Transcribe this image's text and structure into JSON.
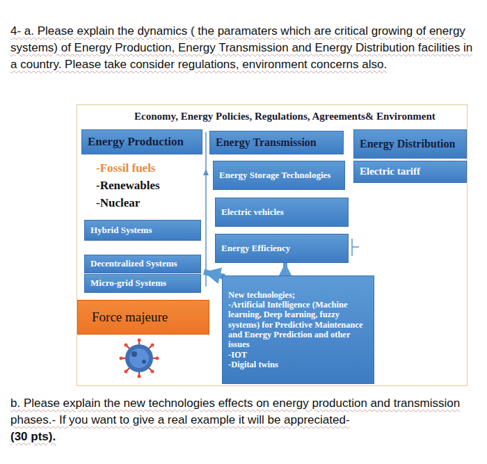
{
  "diagram": {
    "nodes": [
      {
        "text": [
          "Economy, Energy Policies, Regulations, Agreements& Environment"
        ]
      },
      {
        "text": [
          "Energy Production"
        ],
        "in": 0
      },
      {
        "text": [
          "Energy Transmission"
        ],
        "in": 0
      },
      {
        "text": [
          "Energy Distribution"
        ],
        "in": 0
      },
      {
        "text": [
          "Energy Storage Technologies"
        ],
        "in": 0
      },
      {
        "text": [
          "Electric tariff"
        ],
        "in": 0
      },
      {
        "text": [
          "Electric vehicles"
        ],
        "in": 0
      },
      {
        "text": [
          "Hybrid Systems"
        ],
        "in": 0
      },
      {
        "text": [
          "Energy Efficiency"
        ],
        "in": 0
      },
      {
        "text": [
          "Decentralized Systems"
        ],
        "in": 0
      },
      {
        "text": [
          "Micro-grid Systems"
        ],
        "in": 0
      },
      {
        "text": [
          "New technologies;",
          "-Artificial Intelligence (Machine learning, Deep learning, fuzzy systems) for Predictive Maintenance and Energy Prediction and other issues",
          "-IOT",
          "-Digital twins"
        ],
        "in": 0
      },
      {
        "text": [
          "Force majeure"
        ],
        "in": 0
      }
    ],
    "edges": [
      {
        "from": 11,
        "to": 8,
        "arrow": "to"
      },
      {
        "from": 11,
        "to": 9,
        "arrow": "to"
      }
    ],
    "labels": [
      "4- a. Please explain the dynamics ( the paramaters which are critical growing of energy systems) of Energy Production, Energy Transmission and Energy Distribution facilities in a country. Please take consider regulations, environment concerns also.",
      "b. Please explain the new technologies effects on energy production and transmission phases.- If you want to give a real example it will be appreciated-",
      "(30 pts).",
      "-Fossil fuels",
      "-Renewables",
      "-Nuclear"
    ]
  }
}
